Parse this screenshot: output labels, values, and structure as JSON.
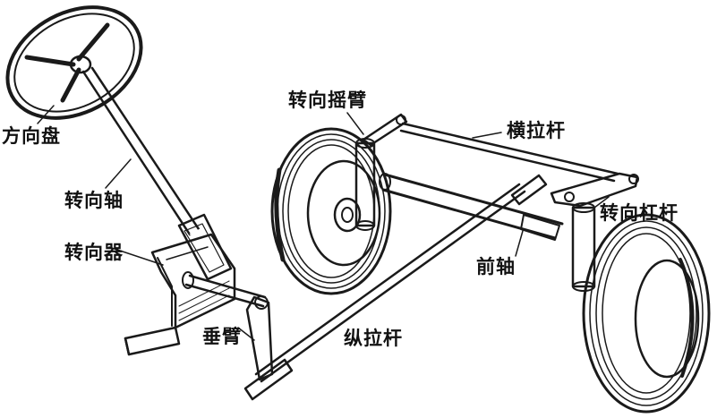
{
  "labels": {
    "steering_wheel": "方向盘",
    "steering_shaft": "转向轴",
    "steering_gear": "转向器",
    "pitman_arm": "垂臂",
    "drag_link": "纵拉杆",
    "steering_rocker_arm": "转向摇臂",
    "tie_rod": "横拉杆",
    "steering_knuckle_arm": "转向杠杆",
    "front_axle": "前轴"
  }
}
